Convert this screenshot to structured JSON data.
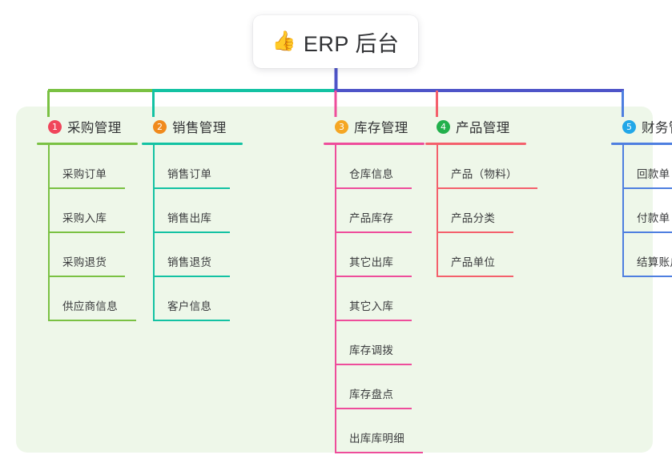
{
  "diagram": {
    "title": "ERP 后台",
    "root": {
      "label": "ERP 后台",
      "emoji": "👍",
      "icon_name": "thumbs-up-icon"
    },
    "panel_background": "#eef7e9",
    "connector_colors": {
      "segment_green": "#7ac143",
      "segment_teal": "#13c2a3",
      "segment_blue": "#4e54c8",
      "drop_col1": "#7ac143",
      "drop_col2": "#13c2a3",
      "drop_col3": "#ee4d9b",
      "drop_col4": "#f4606c",
      "drop_col5": "#4e7fe0",
      "stem": "#4e54c8"
    },
    "columns": [
      {
        "index": "1",
        "badge": "1",
        "badge_color": "#f0455b",
        "title": "采购管理",
        "accent": "#7ac143",
        "rule_width": 126,
        "items": [
          {
            "label": "采购订单",
            "underline_width": 96
          },
          {
            "label": "采购入库",
            "underline_width": 96
          },
          {
            "label": "采购退货",
            "underline_width": 96
          },
          {
            "label": "供应商信息",
            "underline_width": 110
          }
        ]
      },
      {
        "index": "2",
        "badge": "2",
        "badge_color": "#f08a1d",
        "title": "销售管理",
        "accent": "#13c2a3",
        "rule_width": 126,
        "items": [
          {
            "label": "销售订单",
            "underline_width": 96
          },
          {
            "label": "销售出库",
            "underline_width": 96
          },
          {
            "label": "销售退货",
            "underline_width": 96
          },
          {
            "label": "客户信息",
            "underline_width": 96
          }
        ]
      },
      {
        "index": "3",
        "badge": "3",
        "badge_color": "#f5a623",
        "title": "库存管理",
        "accent": "#ee4d9b",
        "rule_width": 126,
        "items": [
          {
            "label": "仓库信息",
            "underline_width": 96
          },
          {
            "label": "产品库存",
            "underline_width": 96
          },
          {
            "label": "其它出库",
            "underline_width": 96
          },
          {
            "label": "其它入库",
            "underline_width": 96
          },
          {
            "label": "库存调拨",
            "underline_width": 96
          },
          {
            "label": "库存盘点",
            "underline_width": 96
          },
          {
            "label": "出库库明细",
            "underline_width": 110
          }
        ]
      },
      {
        "index": "4",
        "badge": "4",
        "badge_color": "#22b04c",
        "title": "产品管理",
        "accent": "#f4606c",
        "rule_width": 126,
        "items": [
          {
            "label": "产品（物料）",
            "underline_width": 126
          },
          {
            "label": "产品分类",
            "underline_width": 96
          },
          {
            "label": "产品单位",
            "underline_width": 96
          }
        ]
      },
      {
        "index": "5",
        "badge": "5",
        "badge_color": "#22a7e8",
        "title": "财务管理",
        "accent": "#4e7fe0",
        "rule_width": 126,
        "items": [
          {
            "label": "回款单",
            "underline_width": 82
          },
          {
            "label": "付款单",
            "underline_width": 82
          },
          {
            "label": "结算账户",
            "underline_width": 82
          }
        ]
      }
    ]
  }
}
